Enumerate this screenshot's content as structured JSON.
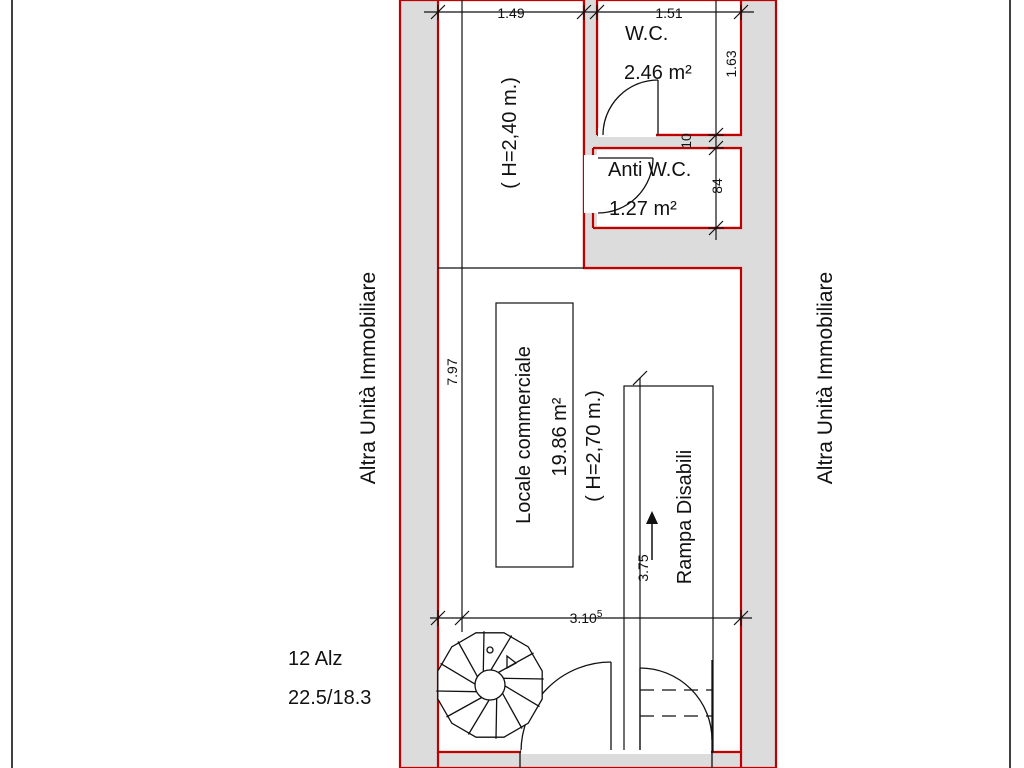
{
  "labels": {
    "left_neighbor": "Altra Unità Immobiliare",
    "right_neighbor": "Altra Unità Immobiliare",
    "wc_name": "W.C.",
    "wc_area": "2.46 m²",
    "anti_wc_name": "Anti W.C.",
    "anti_wc_area": "1.27 m²",
    "upper_height": "( H=2,40 m.)",
    "shop_name": "Locale commerciale",
    "shop_area": "19.86 m²",
    "shop_height": "( H=2,70 m.)",
    "ramp": "Rampa Disabili",
    "stair_steps": "12 Alz",
    "stair_ratio": "22.5/18.3"
  },
  "dimensions": {
    "top_left_width": "1.49",
    "top_right_width": "1.51",
    "wc_depth": "1.63",
    "wall_gap": "10",
    "anti_wc_depth": "84",
    "total_length": "7.97",
    "ramp_length": "3.75",
    "interior_width": "3.10",
    "interior_width_sup": "5"
  },
  "colors": {
    "wall_outline": "#c00000",
    "wall_fill": "#dcdcdc",
    "line": "#111111"
  }
}
